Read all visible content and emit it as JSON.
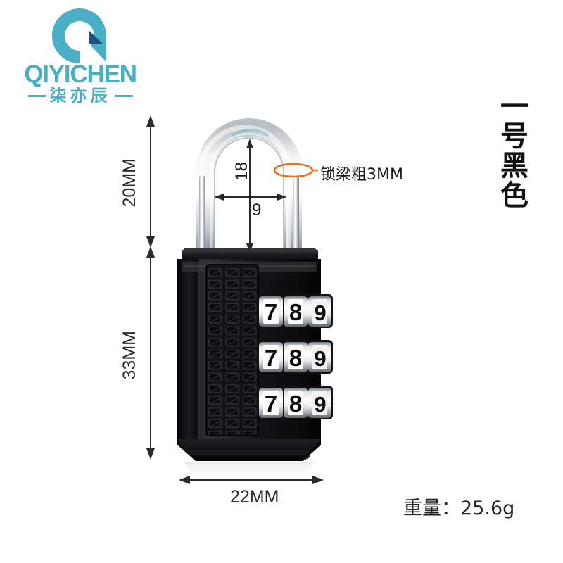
{
  "brand": {
    "logo_icon": "q-logo-icon",
    "wordmark": "QIYICHEN",
    "chinese_name": "柒亦辰",
    "colors": {
      "primary": "#4aaec4",
      "accent": "#1f4e8c"
    }
  },
  "variant": {
    "label": "一号黑色"
  },
  "product": {
    "body_color": "#0d0d0d",
    "shackle_color": "#c9ced3",
    "dials": [
      {
        "digits": [
          "7",
          "8",
          "9"
        ]
      },
      {
        "digits": [
          "7",
          "8",
          "9"
        ]
      },
      {
        "digits": [
          "7",
          "8",
          "9"
        ]
      }
    ]
  },
  "dimensions": {
    "shackle_height": "20MM",
    "body_height": "33MM",
    "body_width": "22MM",
    "inner_clearance_height": "18",
    "inner_clearance_width": "9",
    "shackle_thickness_note": "锁梁粗3MM",
    "marker_color": "#e8701f"
  },
  "specs": {
    "weight": "重量：25.6g"
  }
}
